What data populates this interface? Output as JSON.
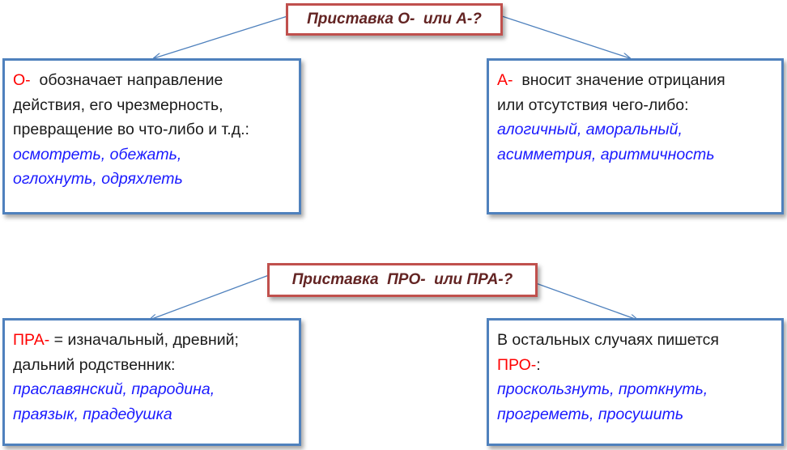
{
  "diagrams": [
    {
      "title": "Приставка О-  или А-?",
      "left": {
        "prefix": "О-",
        "lines": [
          "обозначает направление",
          "действия, его чрезмерность,",
          "превращение во что-либо и т.д.:"
        ],
        "examples": [
          "осмотреть, обежать,",
          "оглохнуть, одряхлеть"
        ]
      },
      "right": {
        "prefix": "А-",
        "lines": [
          "вносит значение отрицания",
          "или отсутствия чего-либо:"
        ],
        "examples": [
          "алогичный, аморальный,",
          "асимметрия, аритмичность"
        ]
      }
    },
    {
      "title": "Приставка  ПРО-  или ПРА-?",
      "left": {
        "prefix": "ПРА-",
        "lines": [
          "= изначальный, древний;",
          "дальний родственник:"
        ],
        "examples": [
          "праславянский, прародина,",
          "праязык, прадедушка"
        ]
      },
      "right": {
        "intro": "В остальных случаях пишется",
        "prefix": "ПРО-",
        "suffix": ":",
        "examples": [
          "проскользнуть, проткнуть,",
          "прогреметь, просушить"
        ]
      }
    }
  ],
  "colors": {
    "title_border": "#c0504d",
    "title_text": "#632423",
    "box_border": "#4f81bd",
    "prefix": "#ff0000",
    "example": "#1a1aff"
  }
}
